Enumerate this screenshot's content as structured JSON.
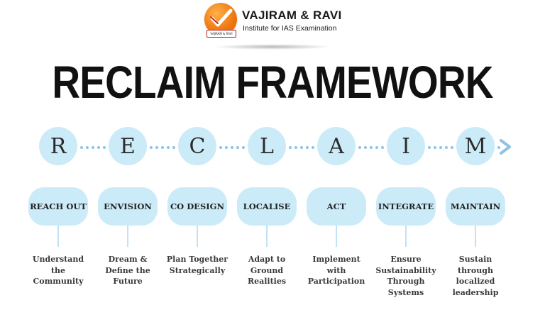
{
  "brand": {
    "name": "VAJIRAM & RAVI",
    "subtitle": "Institute for IAS Examination",
    "logo_tag": "VAJIRAM & RAVI",
    "logo_icon": "checkmark-swoosh-icon",
    "logo_color": "#f07a12"
  },
  "title": "RECLAIM FRAMEWORK",
  "colors": {
    "node_fill": "#ccebf9",
    "connector": "#8fc3e3",
    "text_dark": "#111111"
  },
  "steps": [
    {
      "letter": "R",
      "label": "REACH OUT",
      "description": "Understand\nthe\nCommunity"
    },
    {
      "letter": "E",
      "label": "ENVISION",
      "description": "Dream &\nDefine the\nFuture"
    },
    {
      "letter": "C",
      "label": "CO DESIGN",
      "description": "Plan Together\nStrategically"
    },
    {
      "letter": "L",
      "label": "LOCALISE",
      "description": "Adapt to\nGround\nRealities"
    },
    {
      "letter": "A",
      "label": "ACT",
      "description": "Implement\nwith\nParticipation"
    },
    {
      "letter": "I",
      "label": "INTEGRATE",
      "description": "Ensure\nSustainability\nThrough\nSystems"
    },
    {
      "letter": "M",
      "label": "MAINTAIN",
      "description": "Sustain\nthrough\nlocalized\nleadership"
    }
  ]
}
